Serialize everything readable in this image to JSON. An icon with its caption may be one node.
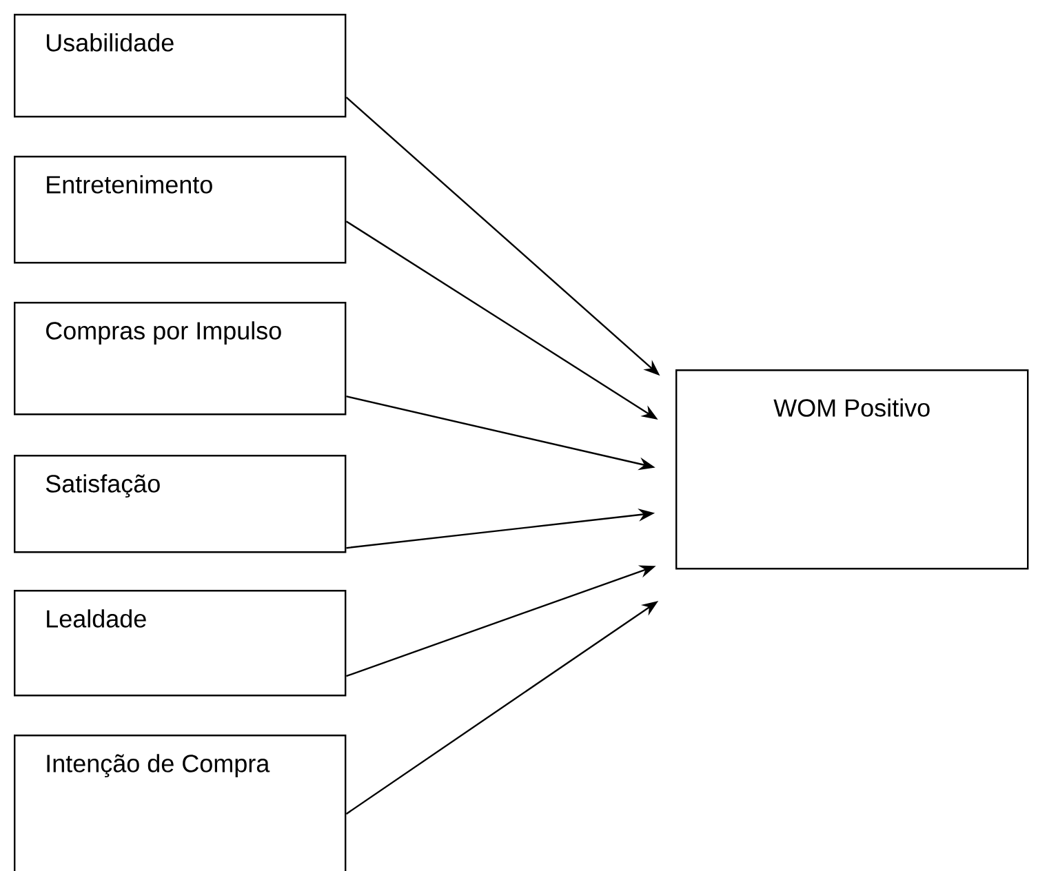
{
  "diagram": {
    "nodes": [
      {
        "text": [
          "Usabilidade"
        ]
      },
      {
        "text": [
          "Entretenimento"
        ]
      },
      {
        "text": [
          "Compras por Impulso"
        ]
      },
      {
        "text": [
          "Satisfação"
        ]
      },
      {
        "text": [
          "Lealdade"
        ]
      },
      {
        "text": [
          "Intenção de Compra"
        ]
      },
      {
        "text": [
          "WOM Positivo"
        ]
      }
    ],
    "edges": [
      {
        "from": 0,
        "to": 6,
        "arrow": "to"
      },
      {
        "from": 1,
        "to": 6,
        "arrow": "to"
      },
      {
        "from": 2,
        "to": 6,
        "arrow": "to"
      },
      {
        "from": 3,
        "to": 6,
        "arrow": "to"
      },
      {
        "from": 4,
        "to": 6,
        "arrow": "to"
      },
      {
        "from": 5,
        "to": 6,
        "arrow": "to"
      }
    ]
  }
}
